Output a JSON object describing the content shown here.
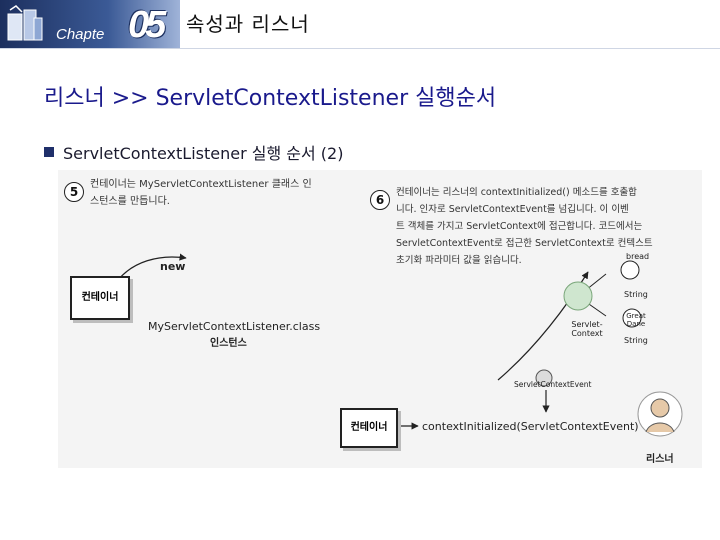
{
  "header": {
    "chapter_label": "Chapte",
    "chapter_number": "05",
    "title": "속성과 리스너"
  },
  "slide": {
    "title": "리스너 >> ServletContextListener 실행순서",
    "bullet": "ServletContextListener 실행 순서 (2)"
  },
  "diagram": {
    "step5": {
      "number": "5",
      "note_line1": "컨테이너는 MyServletContextListener 클래스 인",
      "note_line2": "스턴스를 만듭니다."
    },
    "step6": {
      "number": "6",
      "note_lines": [
        "컨테이너는 리스너의 contextInitialized() 메소드를 호출합",
        "니다. 인자로 ServletContextEvent를 넘깁니다. 이 이벤",
        "트 객체를 가지고 ServletContext에 접근합니다. 코드에서는",
        "ServletContextEvent로 접근한 ServletContext로 컨텍스트",
        "초기화 파라미터 값을 읽습니다."
      ]
    },
    "container_label": "컨테이너",
    "new_label": "new",
    "class_label": "MyServletContextListener.class",
    "instance_label": "인스턴스",
    "bubble_top": "bread",
    "string_label_1": "String",
    "servlet_context_label": "Servlet- Context",
    "bubble_mid": "Great Dane",
    "string_label_2": "String",
    "event_label": "ServletContextEvent",
    "call_label": "contextInitialized(ServletContextEvent)",
    "listener_label": "리스너"
  }
}
